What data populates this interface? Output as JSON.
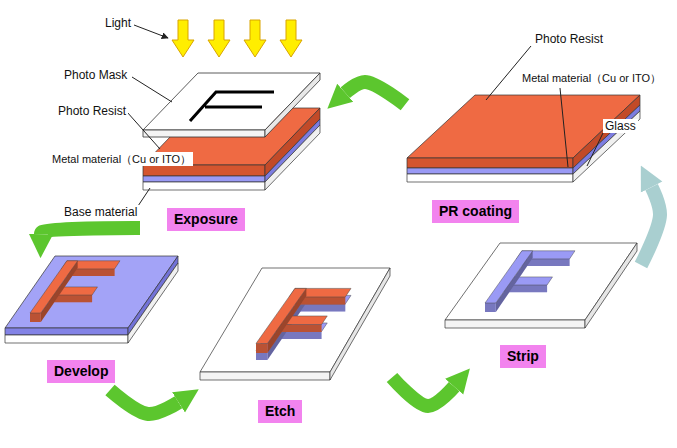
{
  "diagram": {
    "nodes": [
      {
        "text": [
          "Exposure"
        ]
      },
      {
        "text": [
          "PR coating"
        ]
      },
      {
        "text": [
          "Develop"
        ]
      },
      {
        "text": [
          "Etch"
        ]
      },
      {
        "text": [
          "Strip"
        ]
      }
    ],
    "edges": [
      {
        "from": 1,
        "to": 0,
        "arrow": "to"
      },
      {
        "from": 0,
        "to": 2,
        "arrow": "to"
      },
      {
        "from": 2,
        "to": 3,
        "arrow": "to"
      },
      {
        "from": 3,
        "to": 4,
        "arrow": "to"
      },
      {
        "from": 4,
        "to": 1,
        "arrow": "to"
      }
    ],
    "labels": [
      "Light",
      "Photo Mask",
      "Photo Resist",
      "Metal material（Cu or ITO）",
      "Base material",
      "Photo Resist",
      "Metal material（Cu or ITO）",
      "Glass"
    ]
  }
}
